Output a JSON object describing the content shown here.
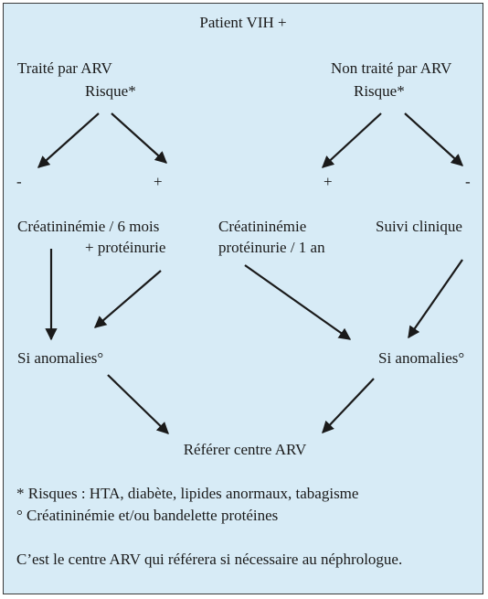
{
  "nodes": {
    "root": "Patient VIH +",
    "left_branch": "Traité par ARV",
    "left_risk": "Risque*",
    "right_branch": "Non traité par ARV",
    "right_risk": "Risque*",
    "left_minus": "-",
    "left_plus": "+",
    "right_plus": "+",
    "right_minus": "-",
    "creat_6mois": "Créatininémie / 6 mois",
    "proteinurie": "+ protéinurie",
    "creat_1an_line1": "Créatininémie",
    "creat_1an_line2": "protéinurie / 1 an",
    "suivi": "Suivi clinique",
    "anomalies_left": "Si anomalies°",
    "anomalies_right": "Si anomalies°",
    "referer": "Référer centre ARV"
  },
  "notes": {
    "risques": "* Risques : HTA, diabète, lipides anormaux, tabagisme",
    "degre": "° Créatininémie et/ou bandelette protéines",
    "final": "C’est le centre ARV qui référera si nécessaire au néphrologue."
  },
  "colors": {
    "background": "#d7ebf6",
    "border": "#3a3a3a",
    "text": "#1a1a1a",
    "arrow": "#1a1a1a"
  }
}
